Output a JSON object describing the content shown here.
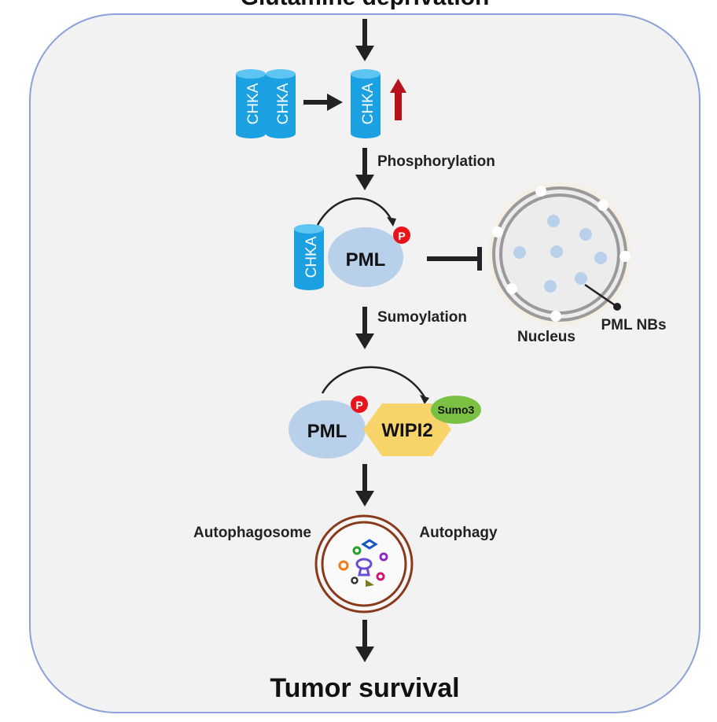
{
  "title": "Glutamine deprivation",
  "chka_label": "CHKA",
  "steps": {
    "phosphorylation": "Phosphorylation",
    "sumoylation": "Sumoylation"
  },
  "pml_label": "PML",
  "phospho_label": "P",
  "wipi2_label": "WIPI2",
  "sumo3_label": "Sumo3",
  "nucleus": {
    "nucleus_label": "Nucleus",
    "pml_nbs_label": "PML NBs"
  },
  "autophagy": {
    "autophagosome_label": "Autophagosome",
    "autophagy_label": "Autophagy"
  },
  "outcome": "Tumor survival",
  "colors": {
    "background_panel": "#f2f2f2",
    "panel_border": "#8ea0d8",
    "chka_blue": "#1ba1e2",
    "pml_fill": "#b8d0ea",
    "wipi2_fill": "#f7d46a",
    "sumo3_fill": "#7ac143",
    "phospho_red": "#e8141b",
    "up_arrow_red": "#b5121b",
    "autophagosome_ring": "#8a3a1c"
  }
}
